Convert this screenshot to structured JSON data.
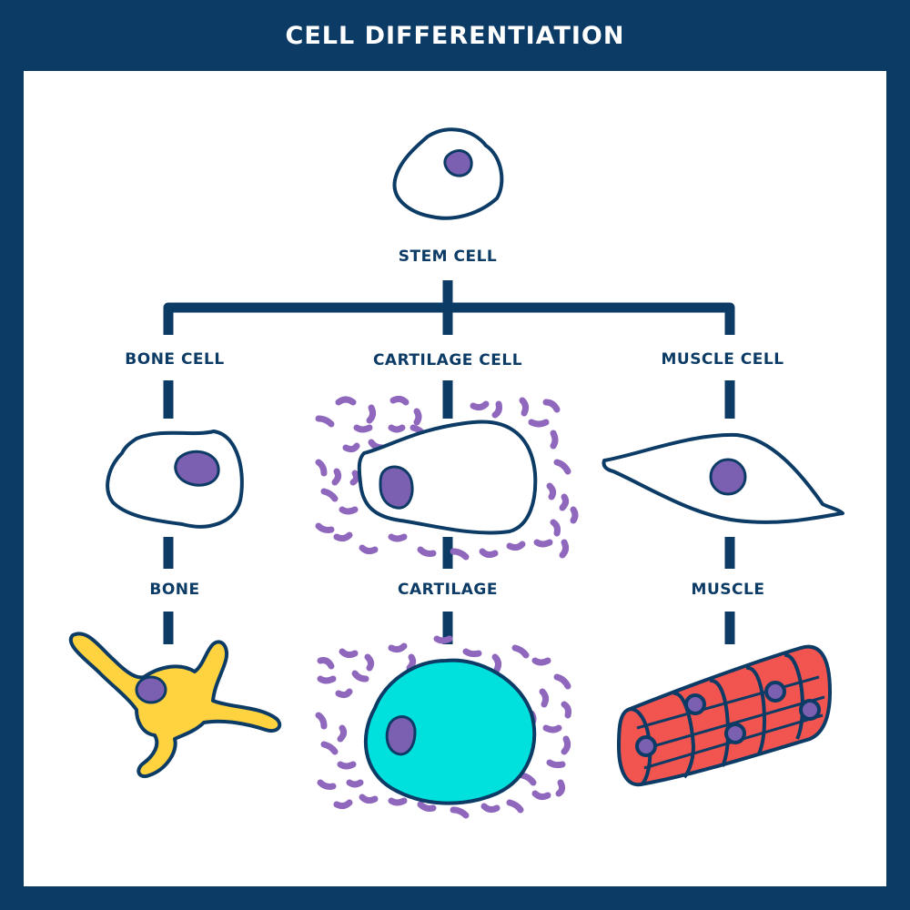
{
  "title": "CELL DIFFERENTIATION",
  "labels": {
    "stem": "STEM CELL",
    "bone_cell": "BONE CELL",
    "cartilage_cell": "CARTILAGE CELL",
    "muscle_cell": "MUSCLE CELL",
    "bone": "BONE",
    "cartilage": "CARTILAGE",
    "muscle": "MUSCLE"
  },
  "colors": {
    "navy": "#0c3b66",
    "nucleus": "#7b5fb0",
    "matrix_fiber": "#8f68bd",
    "bone_fill": "#ffd23f",
    "cartilage_fill": "#00e0dc",
    "muscle_fill": "#f2544f"
  }
}
